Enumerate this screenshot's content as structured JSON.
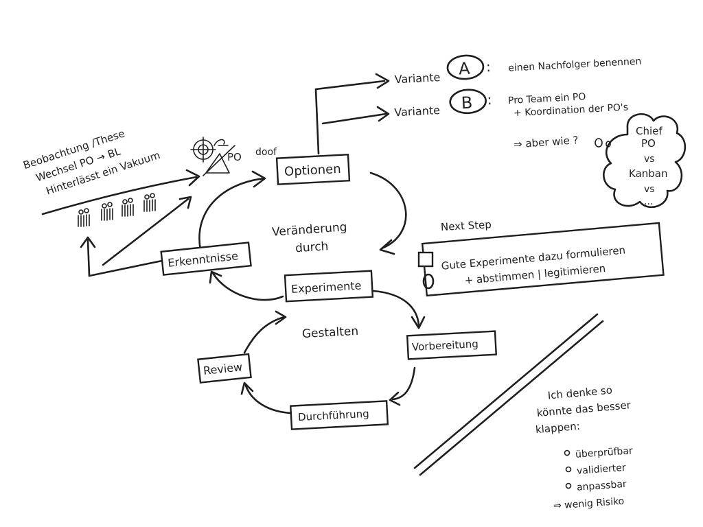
{
  "observation": {
    "line1": "Beobachtung /These",
    "line2": "Wechsel PO → BL",
    "line3": "Hinterlässt ein Vakuum"
  },
  "struck_label": "PO",
  "doof_label": "doof",
  "nodes": {
    "optionen": "Optionen",
    "erkenntnisse": "Erkenntnisse",
    "experimente": "Experimente",
    "vorbereitung": "Vorbereitung",
    "review": "Review",
    "durchfuehrung": "Durchführung"
  },
  "center_top": {
    "line1": "Veränderung",
    "line2": "durch"
  },
  "center_bottom": "Gestalten",
  "variants": {
    "a_label": "Variante",
    "a_letter": "A",
    "a_text": "einen Nachfolger benennen",
    "b_label": "Variante",
    "b_letter": "B",
    "b_text_1": "Pro Team ein PO",
    "b_text_2": "+ Koordination der PO's",
    "colon": ":"
  },
  "question": "⇒ aber wie ?",
  "cloud": {
    "l1": "Chief",
    "l2": "PO",
    "l3": "vs",
    "l4": "Kanban",
    "l5": "vs",
    "l6": "..."
  },
  "next_step": {
    "title": "Next Step",
    "line1": "Gute Experimente dazu formulieren",
    "line2": "+ abstimmen | legitimieren"
  },
  "conclusion": {
    "l1": "Ich denke so",
    "l2": "könnte das besser",
    "l3": "klappen:",
    "bullets": [
      "überprüfbar",
      "validierter",
      "anpassbar"
    ],
    "final": "⇒ wenig Risiko"
  }
}
